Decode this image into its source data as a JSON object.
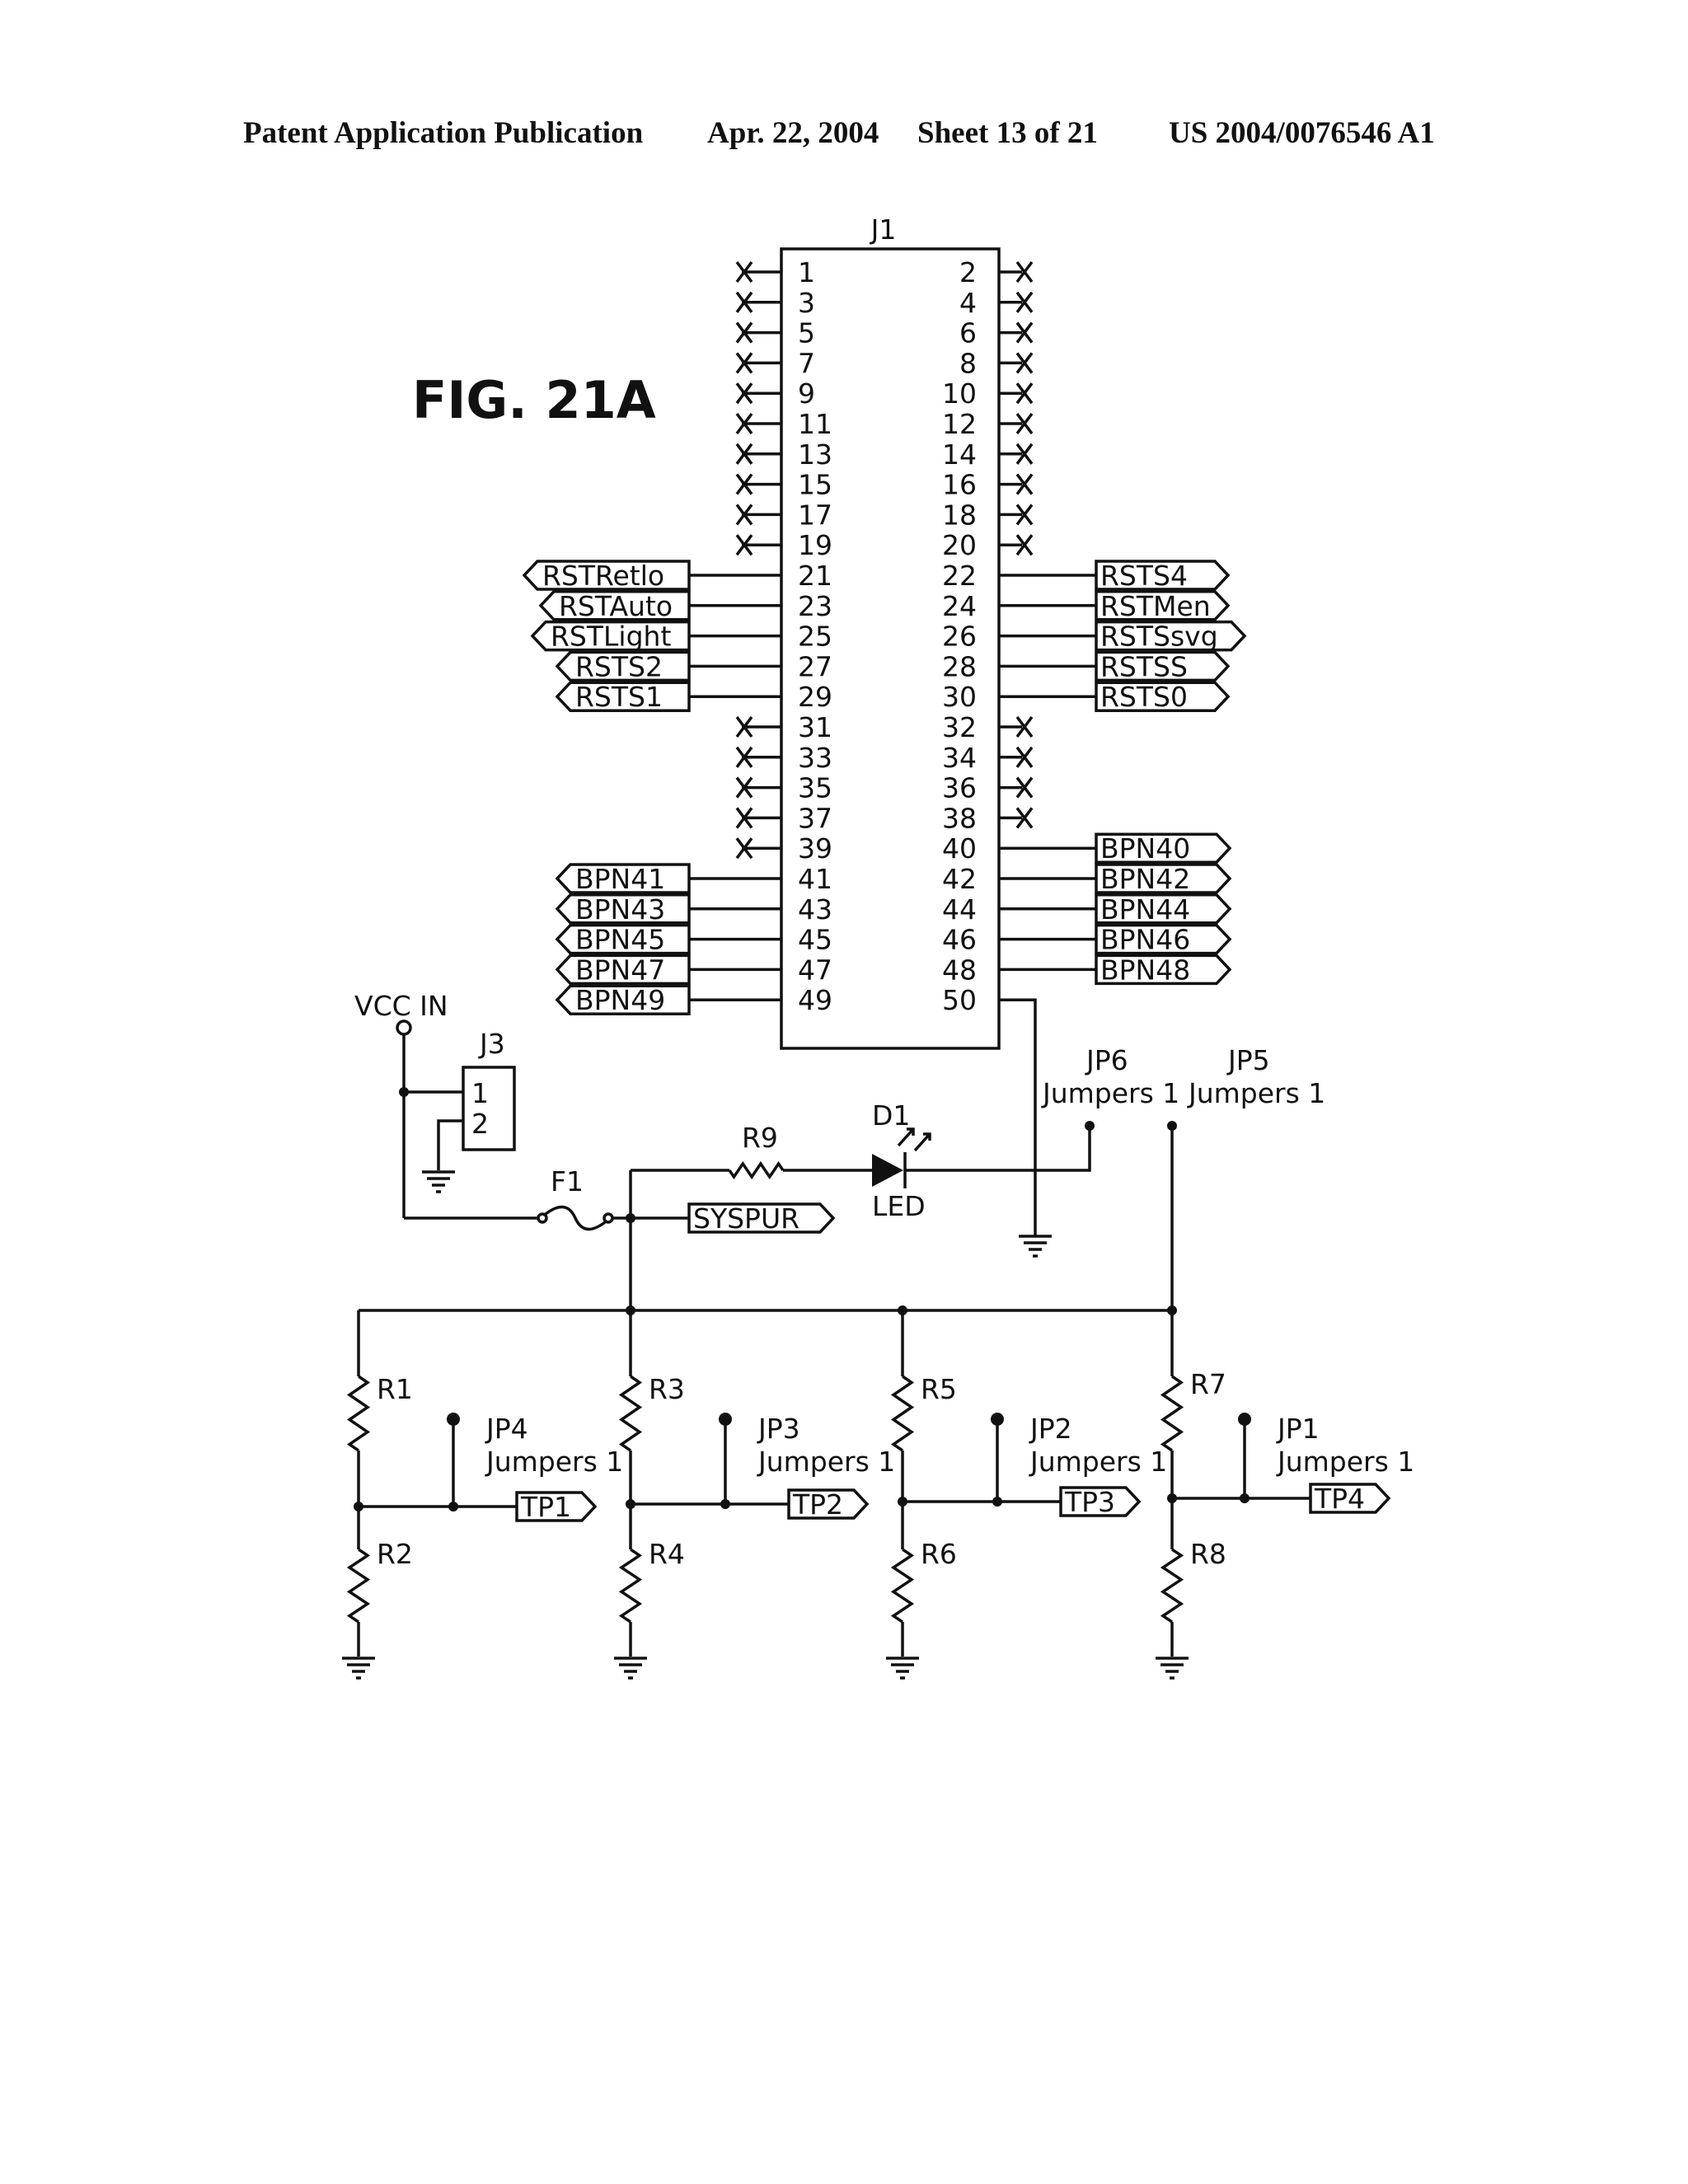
{
  "header": {
    "publication": "Patent Application Publication",
    "date": "Apr. 22, 2004",
    "sheet": "Sheet 13 of 21",
    "number": "US 2004/0076546 A1"
  },
  "figure_label": "FIG. 21A",
  "connector": {
    "name": "J1",
    "left_pins": [
      "1",
      "3",
      "5",
      "7",
      "9",
      "11",
      "13",
      "15",
      "17",
      "19",
      "21",
      "23",
      "25",
      "27",
      "29",
      "31",
      "33",
      "35",
      "37",
      "39",
      "41",
      "43",
      "45",
      "47",
      "49"
    ],
    "right_pins": [
      "2",
      "4",
      "6",
      "8",
      "10",
      "12",
      "14",
      "16",
      "18",
      "20",
      "22",
      "24",
      "26",
      "28",
      "30",
      "32",
      "34",
      "36",
      "38",
      "40",
      "42",
      "44",
      "46",
      "48",
      "50"
    ],
    "left_signals": {
      "21": "RSTRetlo",
      "23": "RSTAuto",
      "25": "RSTLight",
      "27": "RSTS2",
      "29": "RSTS1",
      "41": "BPN41",
      "43": "BPN43",
      "45": "BPN45",
      "47": "BPN47",
      "49": "BPN49"
    },
    "right_signals": {
      "22": "RSTS4",
      "24": "RSTMen",
      "26": "RSTSsvg",
      "28": "RSTSS",
      "30": "RSTS0",
      "40": "BPN40",
      "42": "BPN42",
      "44": "BPN44",
      "46": "BPN46",
      "48": "BPN48"
    },
    "no_connect_mark": "X"
  },
  "power": {
    "vcc_label": "VCC IN",
    "j3_label": "J3",
    "j3_pins": [
      "1",
      "2"
    ],
    "fuse_label": "F1",
    "syspur_label": "SYSPUR",
    "r9_label": "R9",
    "d1_label": "D1",
    "led_label": "LED"
  },
  "jumpers_top": [
    {
      "name": "JP6",
      "desc": "Jumpers 1"
    },
    {
      "name": "JP5",
      "desc": "Jumpers 1"
    }
  ],
  "dividers": [
    {
      "r_top": "R1",
      "r_bottom": "R2",
      "jumper": "JP4",
      "jumper_desc": "Jumpers 1",
      "tp": "TP1"
    },
    {
      "r_top": "R3",
      "r_bottom": "R4",
      "jumper": "JP3",
      "jumper_desc": "Jumpers 1",
      "tp": "TP2"
    },
    {
      "r_top": "R5",
      "r_bottom": "R6",
      "jumper": "JP2",
      "jumper_desc": "Jumpers 1",
      "tp": "TP3"
    },
    {
      "r_top": "R7",
      "r_bottom": "R8",
      "jumper": "JP1",
      "jumper_desc": "Jumpers 1",
      "tp": "TP4"
    }
  ]
}
